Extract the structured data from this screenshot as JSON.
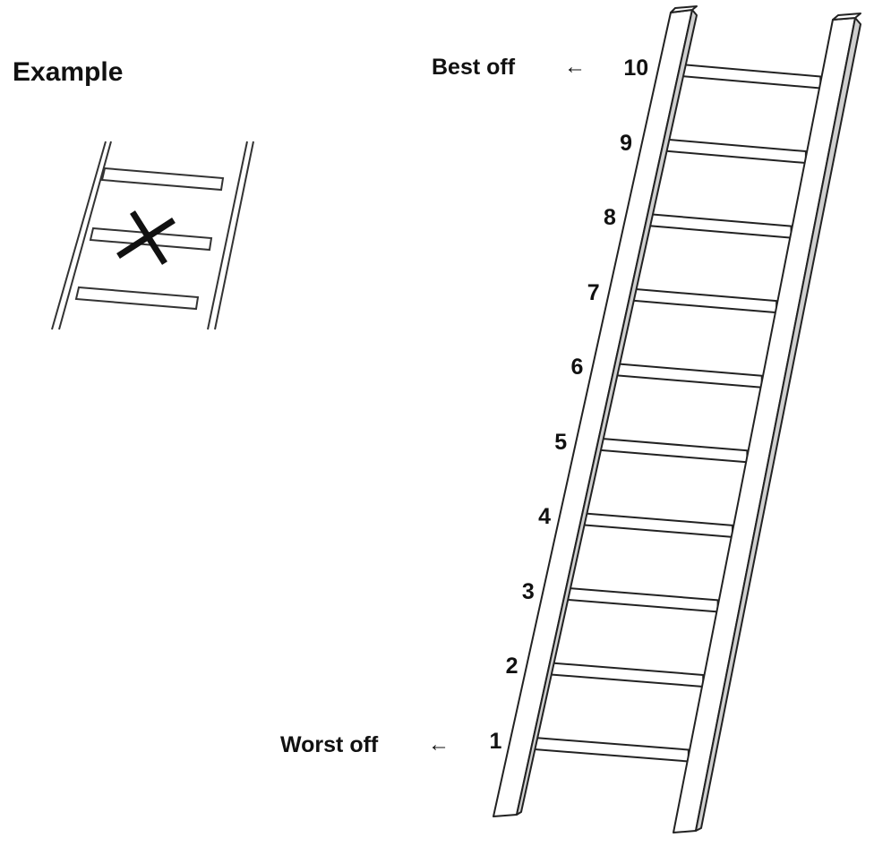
{
  "example": {
    "label": "Example",
    "mark": "X"
  },
  "ladder": {
    "rungs": [
      "1",
      "2",
      "3",
      "4",
      "5",
      "6",
      "7",
      "8",
      "9",
      "10"
    ],
    "top_anchor": {
      "label": "Best off",
      "arrow": "←",
      "rung": "10"
    },
    "bottom_anchor": {
      "label": "Worst off",
      "arrow": "←",
      "rung": "1"
    }
  },
  "colors": {
    "stroke": "#222222",
    "fill": "#ffffff",
    "text": "#111111",
    "rail_shade": "#cfcfcf"
  }
}
